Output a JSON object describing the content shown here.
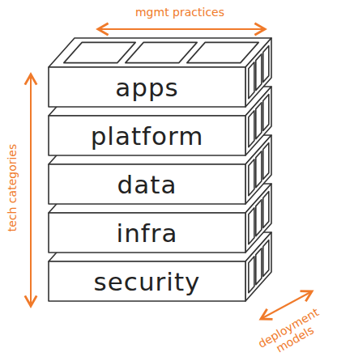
{
  "diagram": {
    "nodes": [
      {
        "text": [
          "apps"
        ]
      },
      {
        "text": [
          "platform"
        ]
      },
      {
        "text": [
          "data"
        ]
      },
      {
        "text": [
          "infra"
        ]
      },
      {
        "text": [
          "security"
        ]
      }
    ],
    "labels": [
      "mgmt practices",
      "tech categories",
      "deployment models"
    ]
  }
}
